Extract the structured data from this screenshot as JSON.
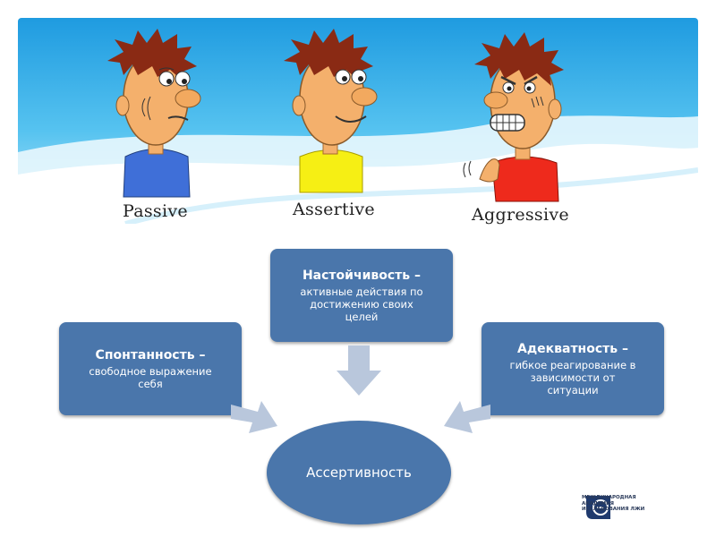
{
  "characters": [
    {
      "label": "Passive",
      "shirt_color": "#3f6fd8"
    },
    {
      "label": "Assertive",
      "shirt_color": "#f6ef14"
    },
    {
      "label": "Aggressive",
      "shirt_color": "#ee2a1c"
    }
  ],
  "boxes": {
    "top": {
      "title": "Настойчивость –",
      "desc": [
        "активные действия по",
        "достижению своих",
        "целей"
      ]
    },
    "left": {
      "title": "Спонтанность –",
      "desc": [
        "свободное выражение",
        "себя"
      ]
    },
    "right": {
      "title": "Адекватность –",
      "desc": [
        "гибкое реагирование в",
        "зависимости от",
        "ситуации"
      ]
    }
  },
  "center": {
    "label": "Ассертивность"
  },
  "logo": {
    "lines": [
      "МЕЖДУНАРОДНАЯ",
      "АКАДЕМИЯ",
      "ИССЛЕДОВАНИЯ ЛЖИ"
    ]
  },
  "colors": {
    "box": "#4a76ab",
    "arrow": "#b9c7dc",
    "sky": "#2aa9e6",
    "skin": "#f4b06c",
    "hair": "#8a2a14"
  }
}
